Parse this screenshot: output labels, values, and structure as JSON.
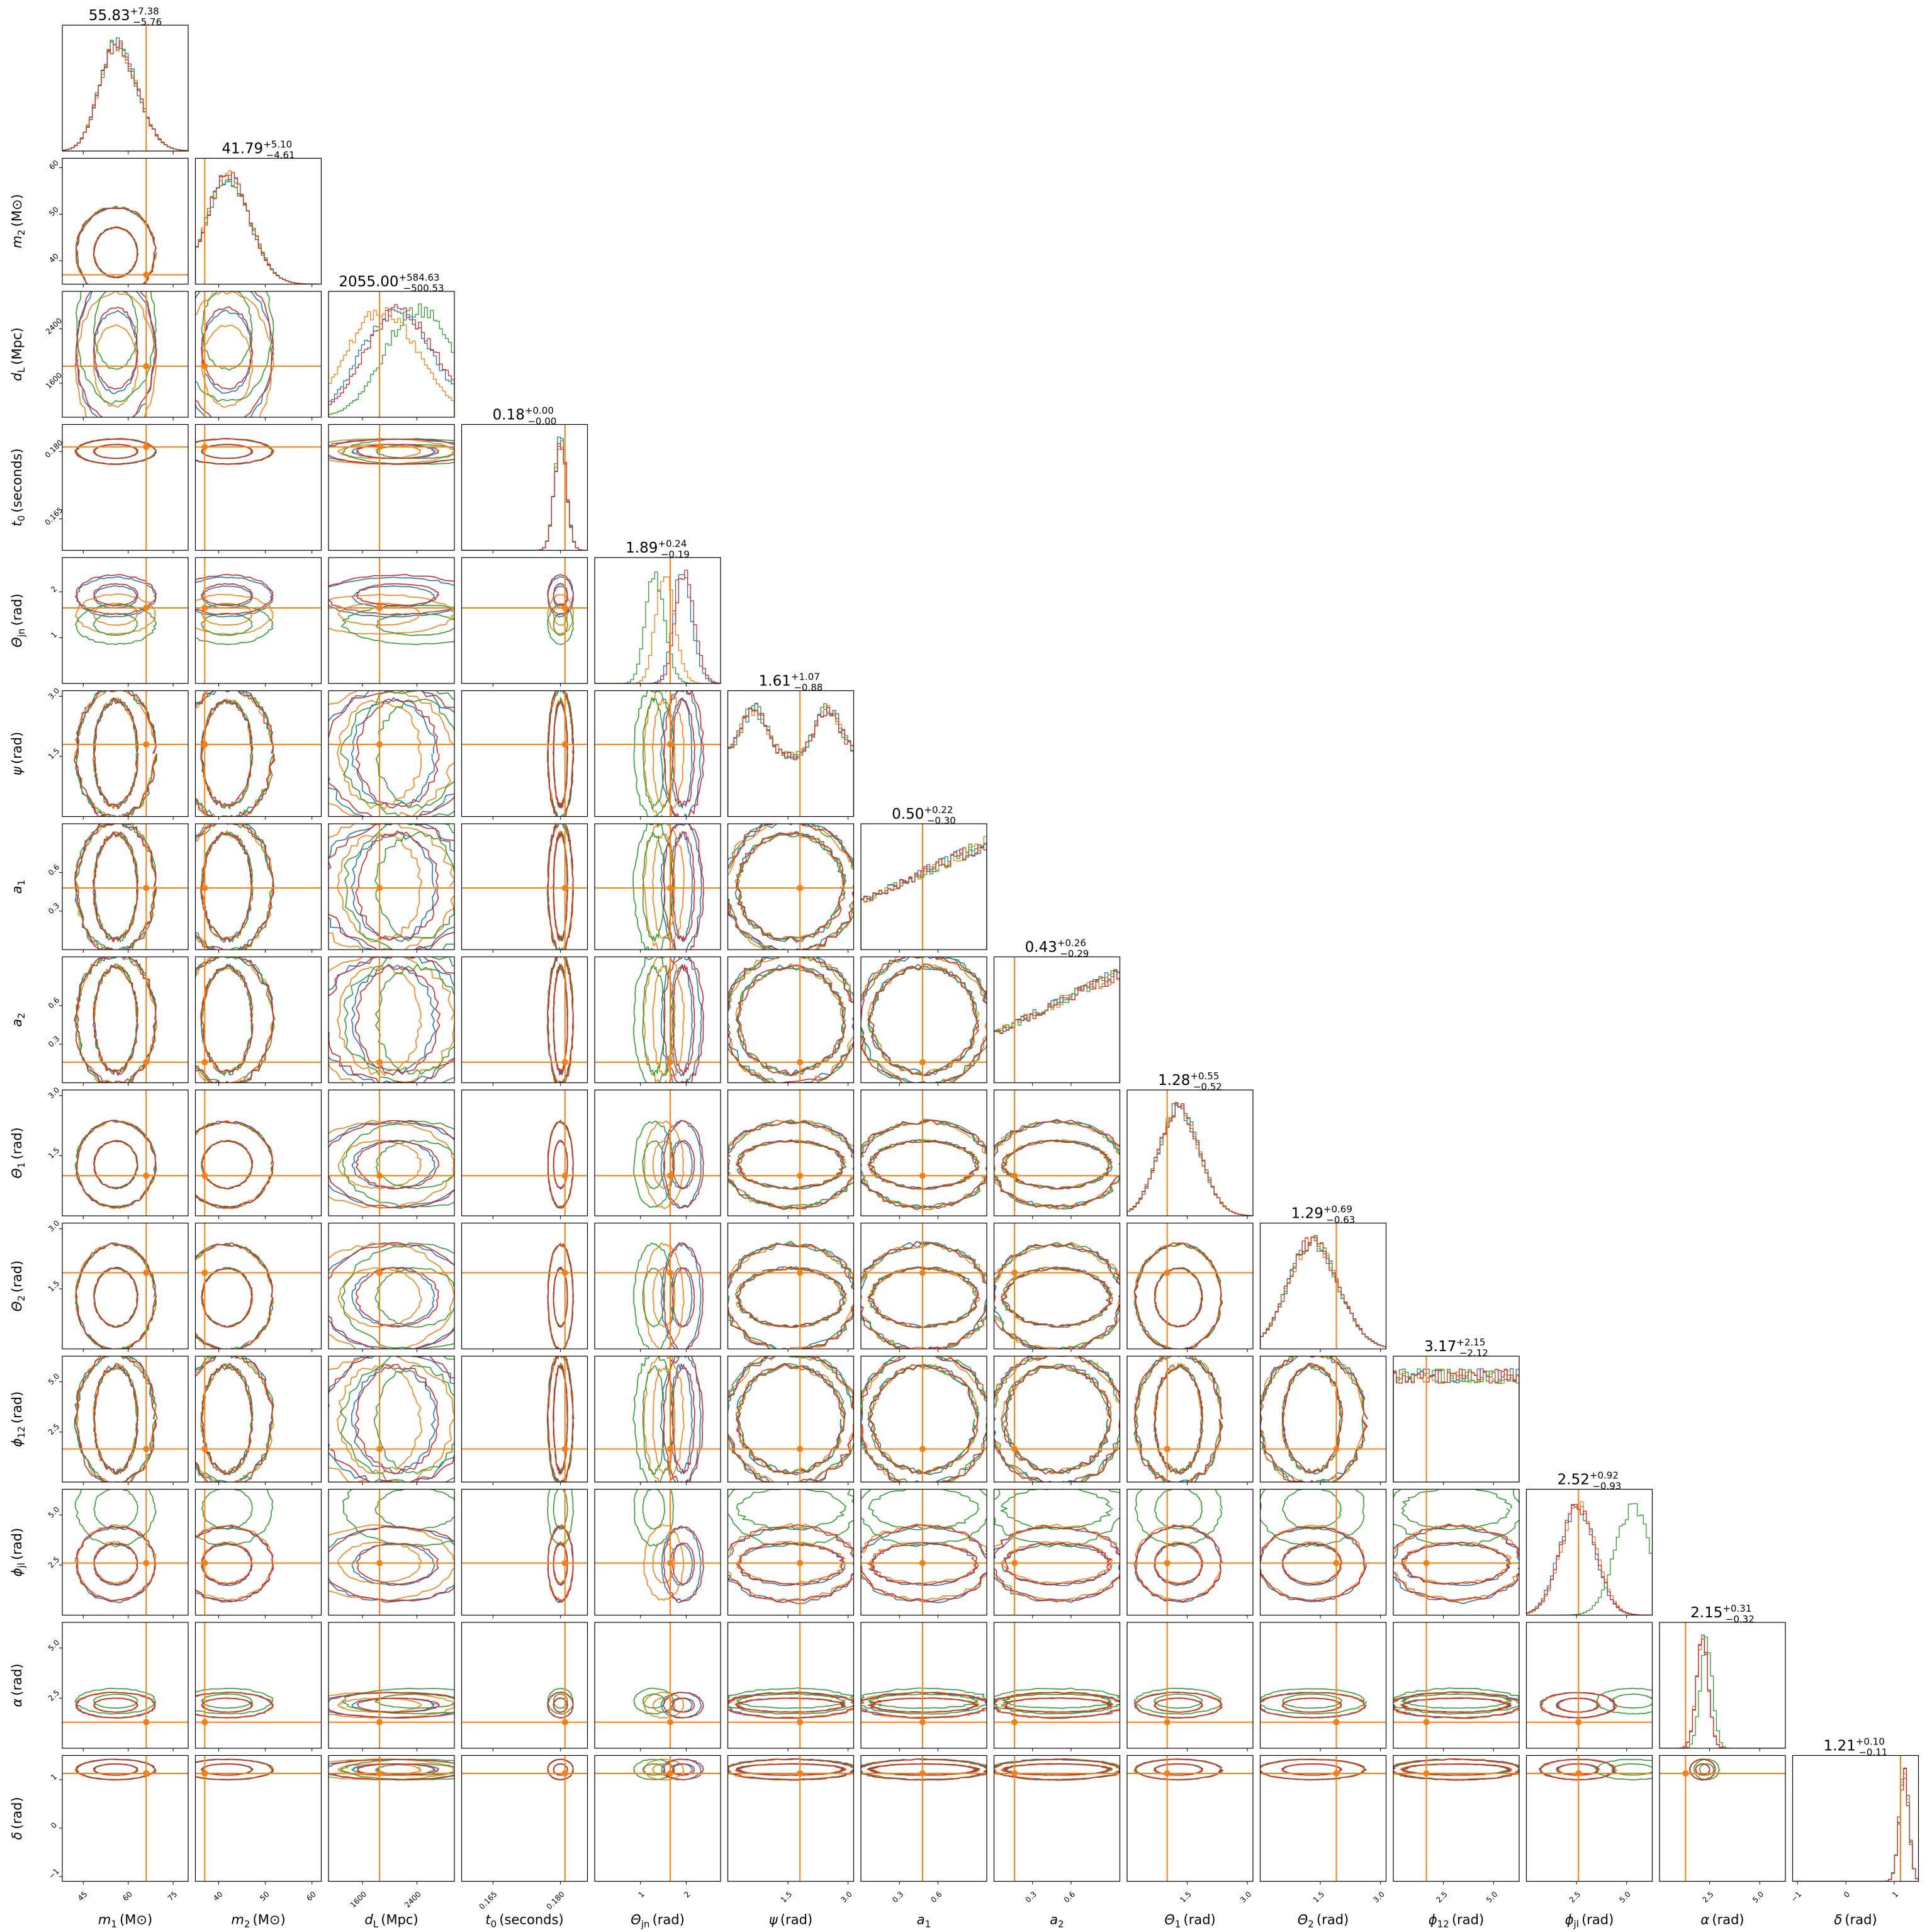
{
  "chart_data": {
    "type": "corner",
    "colors": {
      "series": [
        "#1f77b4",
        "#ff7f0e",
        "#2ca02c",
        "#d62728"
      ],
      "truth": "#ff7f0e"
    },
    "parameters": [
      {
        "key": "m1",
        "sym": "m",
        "sub": "1",
        "unit": "(M⊙)",
        "range": [
          38,
          80
        ],
        "ticks": [
          45,
          60,
          75
        ],
        "tick_labels": [
          "45",
          "60",
          "75"
        ],
        "truth": 66,
        "title": {
          "median": "55.83",
          "plus": "+7.38",
          "minus": "−5.76"
        }
      },
      {
        "key": "m2",
        "sym": "m",
        "sub": "2",
        "unit": "(M⊙)",
        "range": [
          35,
          62
        ],
        "ticks": [
          40,
          50,
          60
        ],
        "tick_labels": [
          "40",
          "50",
          "60"
        ],
        "truth": 37,
        "title": {
          "median": "41.79",
          "plus": "+5.10",
          "minus": "−4.61"
        }
      },
      {
        "key": "dL",
        "sym": "d",
        "sub": "L",
        "unit": "(Mpc)",
        "range": [
          1100,
          2950
        ],
        "ticks": [
          1600,
          2400
        ],
        "tick_labels": [
          "1600",
          "2400"
        ],
        "truth": 1850,
        "title": {
          "median": "2055.00",
          "plus": "+584.63",
          "minus": "−500.53"
        }
      },
      {
        "key": "t0",
        "sym": "t",
        "sub": "0",
        "unit": "(seconds)",
        "range": [
          0.158,
          0.186
        ],
        "ticks": [
          0.165,
          0.18
        ],
        "tick_labels": [
          "0.165",
          "0.180"
        ],
        "truth": 0.181,
        "title": {
          "median": "0.18",
          "plus": "+0.00",
          "minus": "−0.00"
        }
      },
      {
        "key": "theta_jn",
        "sym": "Θ",
        "sub": "jn",
        "unit": "(rad)",
        "range": [
          0.0,
          2.75
        ],
        "ticks": [
          1,
          2
        ],
        "tick_labels": [
          "1",
          "2"
        ],
        "truth": 1.65,
        "title": {
          "median": "1.89",
          "plus": "+0.24",
          "minus": "−0.19"
        }
      },
      {
        "key": "psi",
        "sym": "ψ",
        "sub": "",
        "unit": "(rad)",
        "range": [
          0.0,
          3.14
        ],
        "ticks": [
          1.5,
          3.0
        ],
        "tick_labels": [
          "1.5",
          "3.0"
        ],
        "truth": 1.8,
        "title": {
          "median": "1.61",
          "plus": "+1.07",
          "minus": "−0.88"
        }
      },
      {
        "key": "a1",
        "sym": "a",
        "sub": "1",
        "unit": "",
        "range": [
          0.0,
          0.98
        ],
        "ticks": [
          0.3,
          0.6
        ],
        "tick_labels": [
          "0.3",
          "0.6"
        ],
        "truth": 0.48,
        "title": {
          "median": "0.50",
          "plus": "+0.22",
          "minus": "−0.30"
        }
      },
      {
        "key": "a2",
        "sym": "a",
        "sub": "2",
        "unit": "",
        "range": [
          0.0,
          0.98
        ],
        "ticks": [
          0.3,
          0.6
        ],
        "tick_labels": [
          "0.3",
          "0.6"
        ],
        "truth": 0.16,
        "title": {
          "median": "0.43",
          "plus": "+0.26",
          "minus": "−0.29"
        }
      },
      {
        "key": "theta1",
        "sym": "Θ",
        "sub": "1",
        "unit": "(rad)",
        "range": [
          0.0,
          3.14
        ],
        "ticks": [
          1.5,
          3.0
        ],
        "tick_labels": [
          "1.5",
          "3.0"
        ],
        "truth": 1.0,
        "title": {
          "median": "1.28",
          "plus": "+0.55",
          "minus": "−0.52"
        }
      },
      {
        "key": "theta2",
        "sym": "Θ",
        "sub": "2",
        "unit": "(rad)",
        "range": [
          0.0,
          3.14
        ],
        "ticks": [
          1.5,
          3.0
        ],
        "tick_labels": [
          "1.5",
          "3.0"
        ],
        "truth": 1.9,
        "title": {
          "median": "1.29",
          "plus": "+0.69",
          "minus": "−0.63"
        }
      },
      {
        "key": "phi12",
        "sym": "ϕ",
        "sub": "12",
        "unit": "(rad)",
        "range": [
          0.0,
          6.28
        ],
        "ticks": [
          2.5,
          5.0
        ],
        "tick_labels": [
          "2.5",
          "5.0"
        ],
        "truth": 1.65,
        "title": {
          "median": "3.17",
          "plus": "+2.15",
          "minus": "−2.12"
        }
      },
      {
        "key": "phi_jl",
        "sym": "ϕ",
        "sub": "jl",
        "unit": "(rad)",
        "range": [
          0.0,
          6.28
        ],
        "ticks": [
          2.5,
          5.0
        ],
        "tick_labels": [
          "2.5",
          "5.0"
        ],
        "truth": 2.6,
        "title": {
          "median": "2.52",
          "plus": "+0.92",
          "minus": "−0.93"
        }
      },
      {
        "key": "alpha",
        "sym": "α",
        "sub": "",
        "unit": "(rad)",
        "range": [
          0.0,
          6.28
        ],
        "ticks": [
          2.5,
          5.0
        ],
        "tick_labels": [
          "2.5",
          "5.0"
        ],
        "truth": 1.3,
        "title": {
          "median": "2.15",
          "plus": "+0.31",
          "minus": "−0.32"
        }
      },
      {
        "key": "delta",
        "sym": "δ",
        "sub": "",
        "unit": "(rad)",
        "range": [
          -1.1,
          1.5
        ],
        "ticks": [
          -1,
          0,
          1
        ],
        "tick_labels": [
          "−1",
          "0",
          "1"
        ],
        "truth": 1.13,
        "title": {
          "median": "1.21",
          "plus": "+0.10",
          "minus": "−0.11"
        }
      }
    ],
    "series_shifts": {
      "m1": [
        0,
        0,
        0,
        0
      ],
      "m2": [
        0,
        0,
        0,
        0
      ],
      "dL": [
        0,
        -200,
        350,
        60
      ],
      "t0": [
        0,
        0,
        0,
        0
      ],
      "theta_jn": [
        0,
        -0.38,
        -0.6,
        0.05
      ],
      "psi": [
        0,
        0,
        0,
        0
      ],
      "a1": [
        0,
        0,
        0,
        0
      ],
      "a2": [
        0,
        0,
        0,
        0
      ],
      "theta1": [
        0,
        0,
        0,
        0
      ],
      "theta2": [
        0,
        0,
        0,
        0
      ],
      "phi12": [
        0,
        0,
        0,
        0
      ],
      "phi_jl": [
        0,
        0.1,
        2.8,
        0.05
      ],
      "alpha": [
        0,
        0,
        0.2,
        0
      ],
      "delta": [
        0,
        0,
        0,
        0
      ]
    }
  }
}
